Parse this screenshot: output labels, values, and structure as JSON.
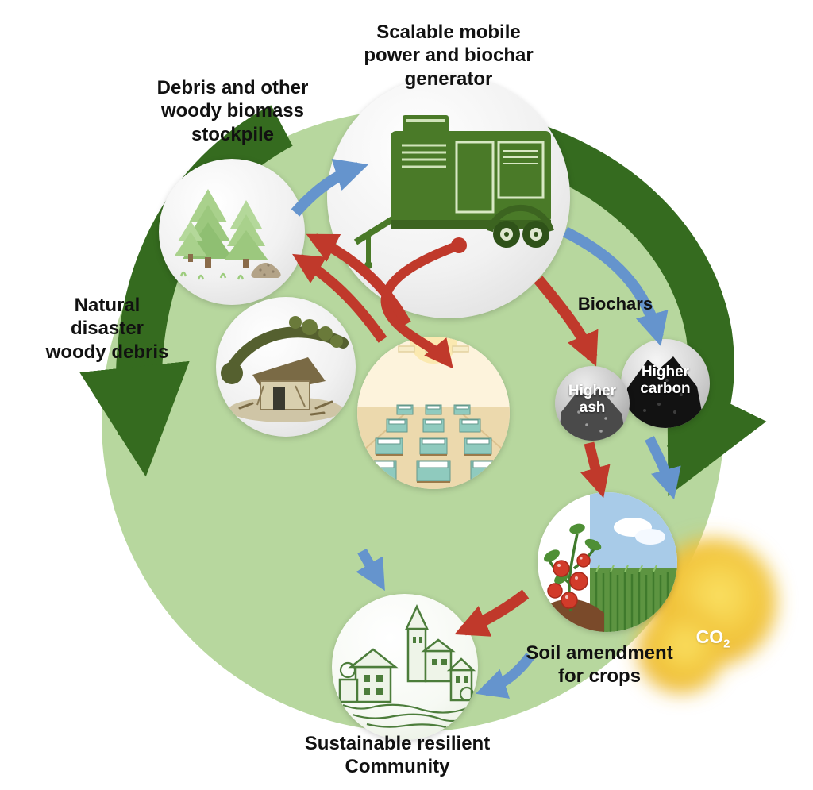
{
  "labels": {
    "generator": "Scalable mobile\npower and biochar\ngenerator",
    "stockpile": "Debris and other\nwoody biomass\nstockpile",
    "disaster": "Natural\ndisaster\nwoody debris",
    "biochars": "Biochars",
    "higher_ash": "Higher\nash",
    "higher_carbon": "Higher\ncarbon",
    "soil": "Soil amendment\nfor crops",
    "community": "Sustainable resilient\nCommunity",
    "co2_main": "CO",
    "co2_sub": "2"
  },
  "icons": {
    "generator": "generator-trailer-icon",
    "stockpile": "pine-trees-stockpile-icon",
    "disaster": "damaged-house-icon",
    "shelter": "shelter-beds-icon",
    "higher_ash": "biochar-ash-pile-icon",
    "higher_carbon": "biochar-carbon-pile-icon",
    "crops": "tomato-plant-and-cane-field-icon",
    "community": "green-town-sketch-icon"
  },
  "colors": {
    "bg_green": "#b7d79e",
    "dark_arrow": "#356b1f",
    "red_arrow": "#c0392b",
    "blue_arrow": "#6594cd",
    "co2_yellow": "#f2c63d",
    "text": "#111111"
  }
}
